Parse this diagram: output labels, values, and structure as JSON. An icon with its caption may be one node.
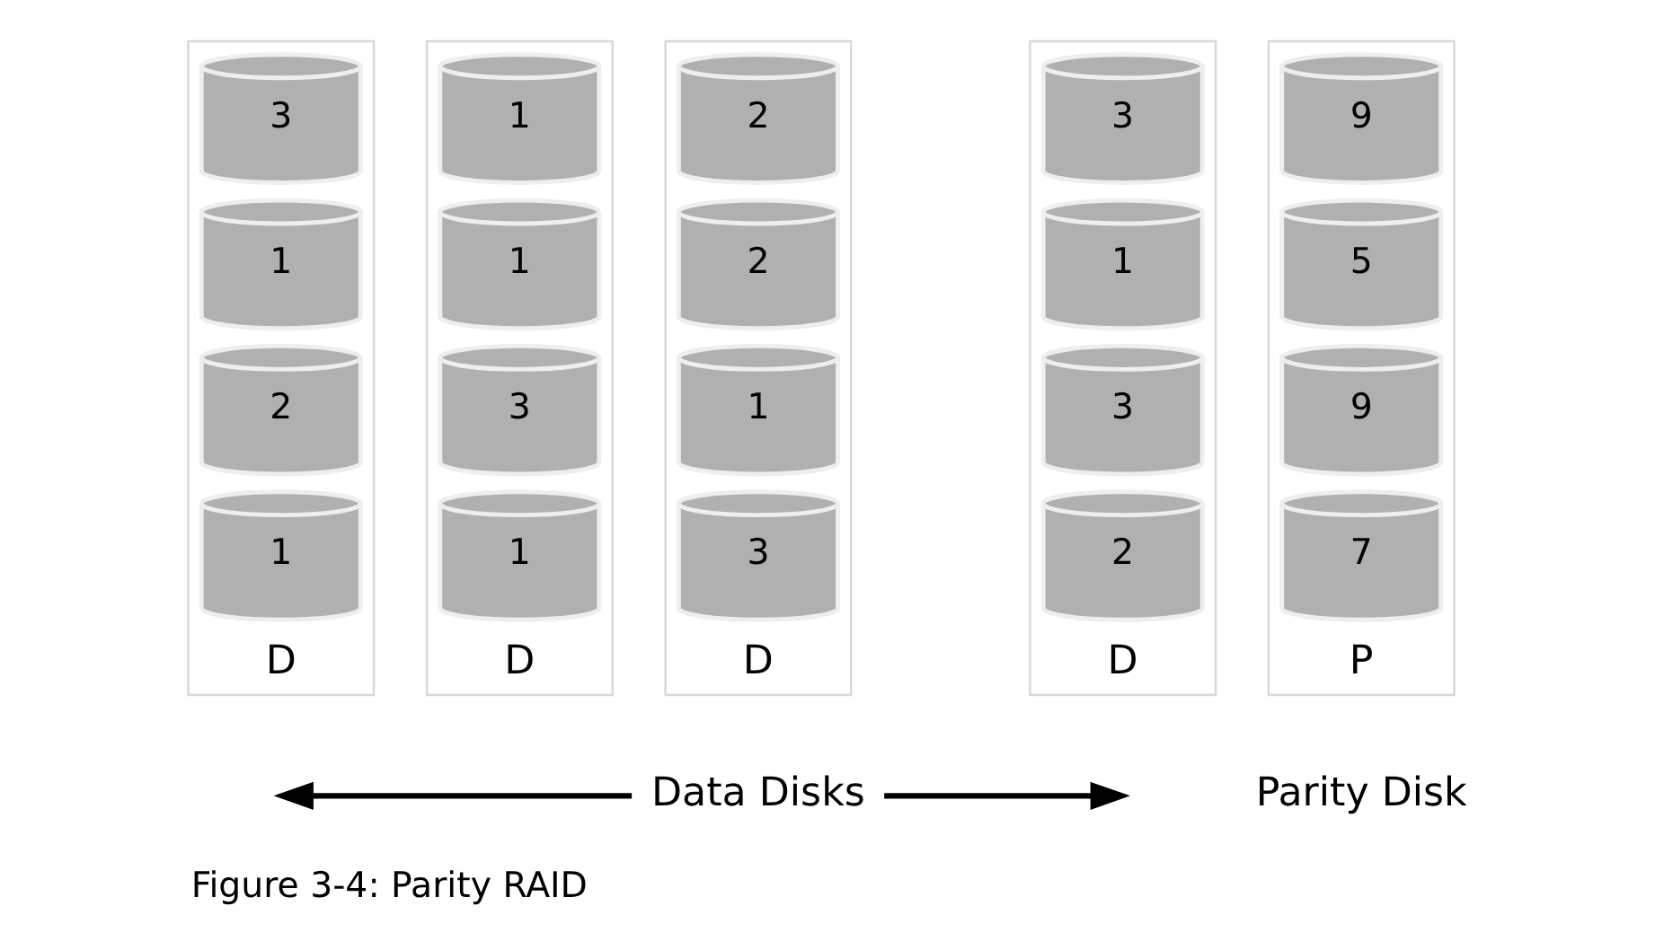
{
  "diagram": {
    "caption": "Figure 3-4: Parity RAID",
    "nodes": [
      {
        "text": [
          "D"
        ]
      },
      {
        "text": [
          "3"
        ],
        "in": 0
      },
      {
        "text": [
          "1"
        ],
        "in": 0
      },
      {
        "text": [
          "2"
        ],
        "in": 0
      },
      {
        "text": [
          "1"
        ],
        "in": 0
      },
      {
        "text": [
          "D"
        ]
      },
      {
        "text": [
          "1"
        ],
        "in": 5
      },
      {
        "text": [
          "1"
        ],
        "in": 5
      },
      {
        "text": [
          "3"
        ],
        "in": 5
      },
      {
        "text": [
          "1"
        ],
        "in": 5
      },
      {
        "text": [
          "D"
        ]
      },
      {
        "text": [
          "2"
        ],
        "in": 10
      },
      {
        "text": [
          "2"
        ],
        "in": 10
      },
      {
        "text": [
          "1"
        ],
        "in": 10
      },
      {
        "text": [
          "3"
        ],
        "in": 10
      },
      {
        "text": [
          "D"
        ]
      },
      {
        "text": [
          "3"
        ],
        "in": 15
      },
      {
        "text": [
          "1"
        ],
        "in": 15
      },
      {
        "text": [
          "3"
        ],
        "in": 15
      },
      {
        "text": [
          "2"
        ],
        "in": 15
      },
      {
        "text": [
          "P"
        ]
      },
      {
        "text": [
          "9"
        ],
        "in": 20
      },
      {
        "text": [
          "5"
        ],
        "in": 20
      },
      {
        "text": [
          "9"
        ],
        "in": 20
      },
      {
        "text": [
          "7"
        ],
        "in": 20
      }
    ],
    "labels": [
      "Data Disks",
      "Parity Disk"
    ]
  }
}
